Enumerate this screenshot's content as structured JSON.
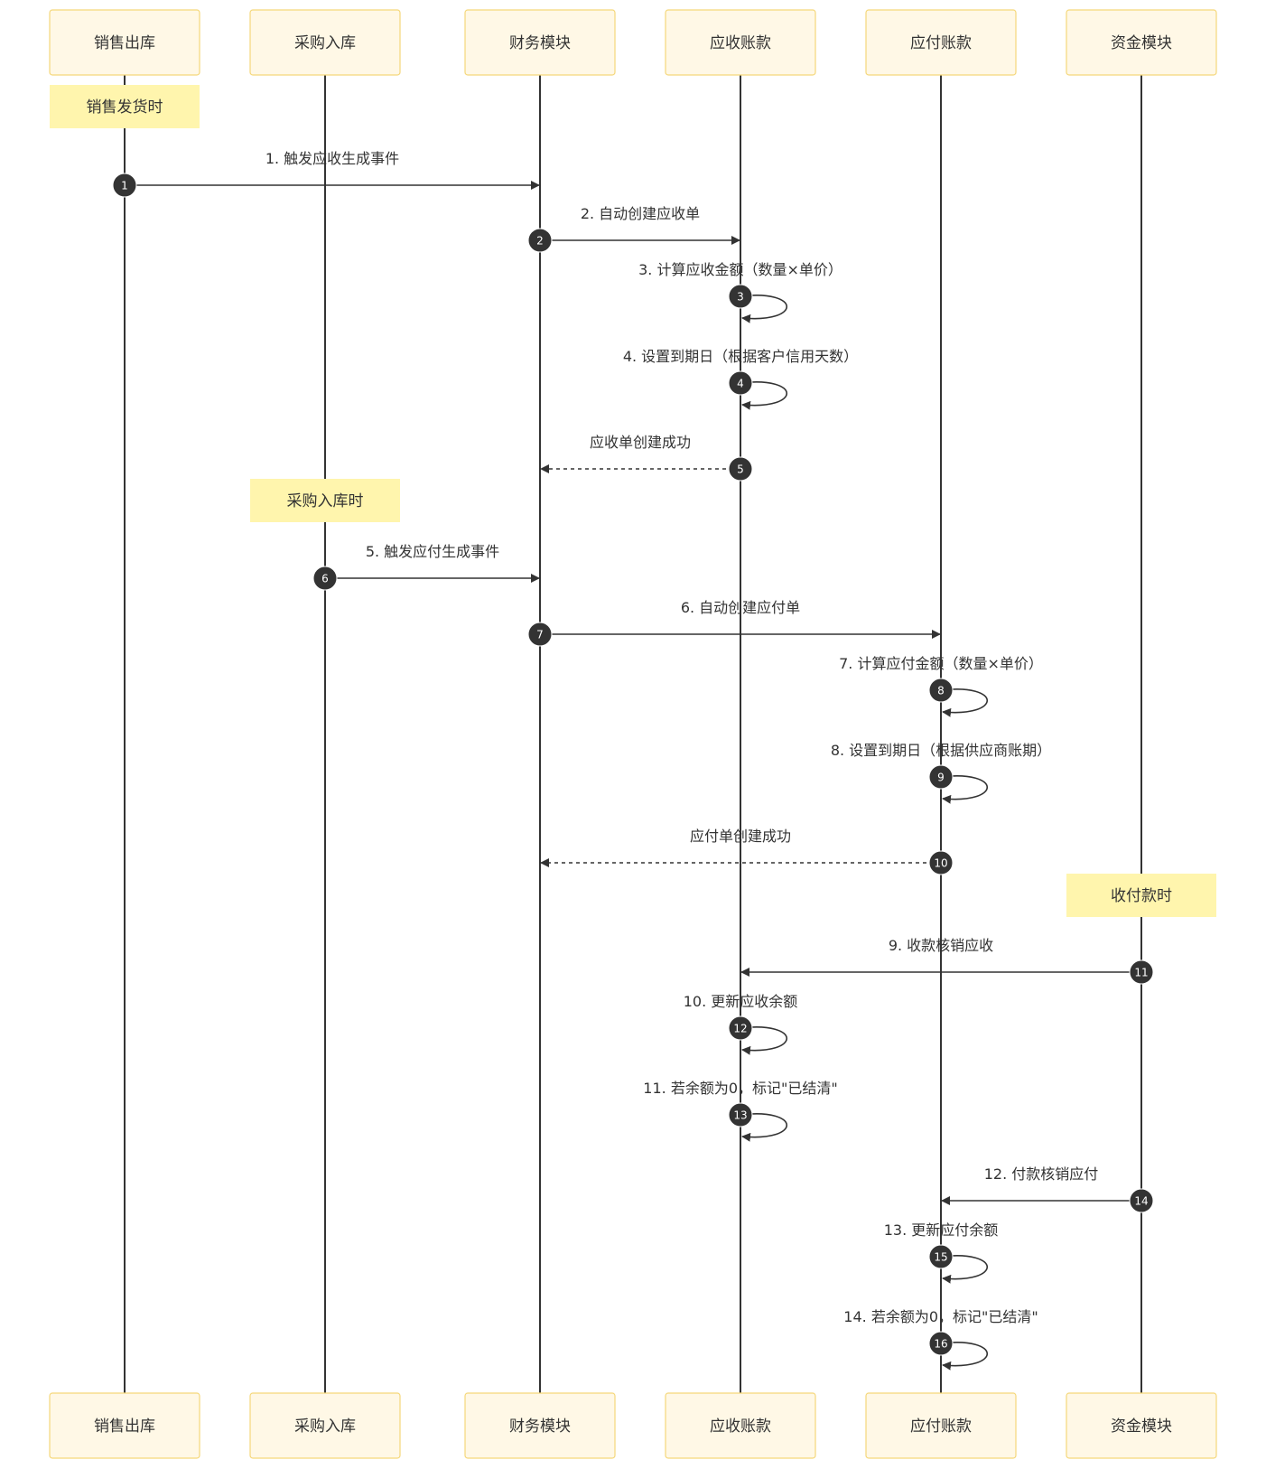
{
  "actors": [
    {
      "id": "sales_out",
      "label": "销售出库"
    },
    {
      "id": "purchase_in",
      "label": "采购入库"
    },
    {
      "id": "finance",
      "label": "财务模块"
    },
    {
      "id": "receivable",
      "label": "应收账款"
    },
    {
      "id": "payable",
      "label": "应付账款"
    },
    {
      "id": "funds",
      "label": "资金模块"
    }
  ],
  "notes": [
    {
      "actor": 0,
      "text": "销售发货时",
      "row": 0
    },
    {
      "actor": 1,
      "text": "采购入库时",
      "row": 6
    },
    {
      "actor": 5,
      "text": "收付款时",
      "row": 12
    }
  ],
  "messages": [
    {
      "num": "1",
      "from": 0,
      "to": 2,
      "text": "1. 触发应收生成事件",
      "style": "solid"
    },
    {
      "num": "2",
      "from": 2,
      "to": 3,
      "text": "2. 自动创建应收单",
      "style": "solid"
    },
    {
      "num": "3",
      "from": 3,
      "to": 3,
      "text": "3. 计算应收金额（数量×单价）",
      "style": "self"
    },
    {
      "num": "4",
      "from": 3,
      "to": 3,
      "text": "4. 设置到期日（根据客户信用天数）",
      "style": "self"
    },
    {
      "num": "5",
      "from": 3,
      "to": 2,
      "text": "应收单创建成功",
      "style": "dashed"
    },
    {
      "num": "6",
      "from": 1,
      "to": 2,
      "text": "5. 触发应付生成事件",
      "style": "solid"
    },
    {
      "num": "7",
      "from": 2,
      "to": 4,
      "text": "6. 自动创建应付单",
      "style": "solid"
    },
    {
      "num": "8",
      "from": 4,
      "to": 4,
      "text": "7. 计算应付金额（数量×单价）",
      "style": "self"
    },
    {
      "num": "9",
      "from": 4,
      "to": 4,
      "text": "8. 设置到期日（根据供应商账期）",
      "style": "self"
    },
    {
      "num": "10",
      "from": 4,
      "to": 2,
      "text": "应付单创建成功",
      "style": "dashed"
    },
    {
      "num": "11",
      "from": 5,
      "to": 3,
      "text": "9. 收款核销应收",
      "style": "solid"
    },
    {
      "num": "12",
      "from": 3,
      "to": 3,
      "text": "10. 更新应收余额",
      "style": "self"
    },
    {
      "num": "13",
      "from": 3,
      "to": 3,
      "text": "11. 若余额为0，标记\"已结清\"",
      "style": "self"
    },
    {
      "num": "14",
      "from": 5,
      "to": 4,
      "text": "12. 付款核销应付",
      "style": "solid"
    },
    {
      "num": "15",
      "from": 4,
      "to": 4,
      "text": "13. 更新应付余额",
      "style": "self"
    },
    {
      "num": "16",
      "from": 4,
      "to": 4,
      "text": "14. 若余额为0，标记\"已结清\"",
      "style": "self"
    }
  ]
}
